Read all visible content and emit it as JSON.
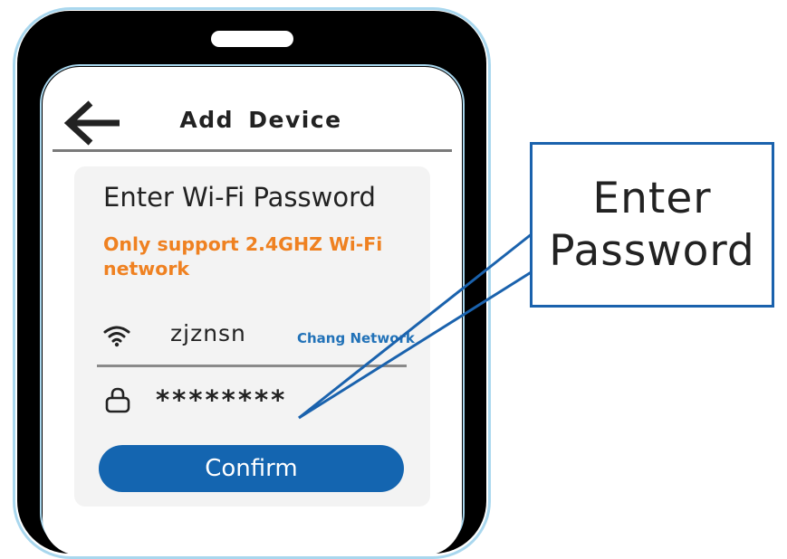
{
  "header": {
    "title": "Add  Device",
    "back_icon": "back-arrow-icon"
  },
  "wifi_form": {
    "heading": "Enter Wi-Fi Password",
    "warning": "Only support 2.4GHZ Wi-Fi network",
    "ssid": "zjznsn",
    "change_network_label": "Chang Network",
    "password_masked": "********",
    "confirm_label": "Confirm",
    "wifi_icon": "wifi-icon",
    "lock_icon": "lock-icon"
  },
  "callout": {
    "line1": "Enter",
    "line2": "Password"
  },
  "colors": {
    "accent_blue": "#1465b0",
    "warning_orange": "#ef8121",
    "link_blue": "#2272b8",
    "callout_border": "#1a62ad",
    "phone_outline": "#a9d7ee"
  }
}
